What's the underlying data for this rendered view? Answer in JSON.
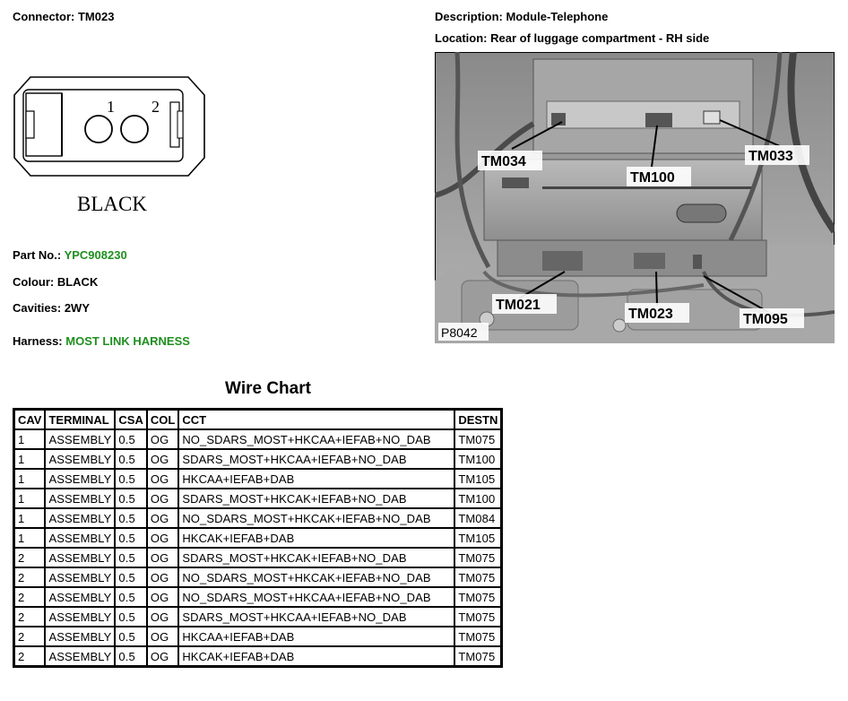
{
  "connector": {
    "label": "Connector:",
    "value": "TM023"
  },
  "description": {
    "label": "Description:",
    "value": "Module-Telephone"
  },
  "location": {
    "label": "Location:",
    "value": "Rear of luggage compartment - RH side"
  },
  "diagram": {
    "pin1": "1",
    "pin2": "2",
    "color_label": "BLACK"
  },
  "part_no": {
    "label": "Part No.:",
    "value": "YPC908230"
  },
  "colour": {
    "label": "Colour:",
    "value": "BLACK"
  },
  "cavities": {
    "label": "Cavities:",
    "value": "2WY"
  },
  "harness": {
    "label": "Harness:",
    "value": "MOST LINK HARNESS"
  },
  "photo": {
    "ref": "P8042",
    "callouts": [
      "TM034",
      "TM100",
      "TM033",
      "TM021",
      "TM023",
      "TM095"
    ]
  },
  "wire_chart": {
    "title": "Wire Chart",
    "headers": [
      "CAV",
      "TERMINAL",
      "CSA",
      "COL",
      "CCT",
      "DESTN"
    ],
    "rows": [
      [
        "1",
        "ASSEMBLY",
        "0.5",
        "OG",
        "NO_SDARS_MOST+HKCAA+IEFAB+NO_DAB",
        "TM075"
      ],
      [
        "1",
        "ASSEMBLY",
        "0.5",
        "OG",
        "SDARS_MOST+HKCAA+IEFAB+NO_DAB",
        "TM100"
      ],
      [
        "1",
        "ASSEMBLY",
        "0.5",
        "OG",
        "HKCAA+IEFAB+DAB",
        "TM105"
      ],
      [
        "1",
        "ASSEMBLY",
        "0.5",
        "OG",
        "SDARS_MOST+HKCAK+IEFAB+NO_DAB",
        "TM100"
      ],
      [
        "1",
        "ASSEMBLY",
        "0.5",
        "OG",
        "NO_SDARS_MOST+HKCAK+IEFAB+NO_DAB",
        "TM084"
      ],
      [
        "1",
        "ASSEMBLY",
        "0.5",
        "OG",
        "HKCAK+IEFAB+DAB",
        "TM105"
      ],
      [
        "2",
        "ASSEMBLY",
        "0.5",
        "OG",
        "SDARS_MOST+HKCAK+IEFAB+NO_DAB",
        "TM075"
      ],
      [
        "2",
        "ASSEMBLY",
        "0.5",
        "OG",
        "NO_SDARS_MOST+HKCAK+IEFAB+NO_DAB",
        "TM075"
      ],
      [
        "2",
        "ASSEMBLY",
        "0.5",
        "OG",
        "NO_SDARS_MOST+HKCAA+IEFAB+NO_DAB",
        "TM075"
      ],
      [
        "2",
        "ASSEMBLY",
        "0.5",
        "OG",
        "SDARS_MOST+HKCAA+IEFAB+NO_DAB",
        "TM075"
      ],
      [
        "2",
        "ASSEMBLY",
        "0.5",
        "OG",
        "HKCAA+IEFAB+DAB",
        "TM075"
      ],
      [
        "2",
        "ASSEMBLY",
        "0.5",
        "OG",
        "HKCAK+IEFAB+DAB",
        "TM075"
      ]
    ]
  }
}
